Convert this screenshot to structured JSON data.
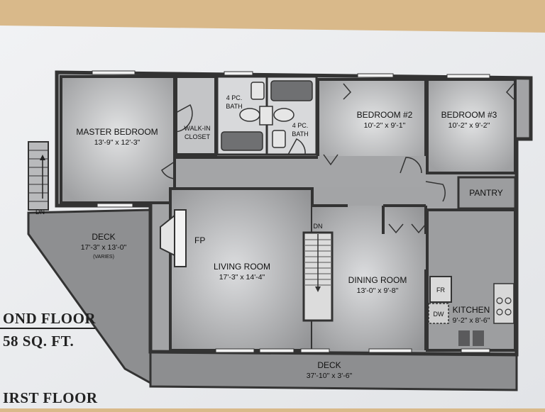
{
  "plan": {
    "rooms": {
      "master_bedroom": {
        "name": "MASTER BEDROOM",
        "dims": "13'-9\" x 12'-3\""
      },
      "walk_in_closet": {
        "line1": "WALK-IN",
        "line2": "CLOSET"
      },
      "bath_1": {
        "line1": "4 PC.",
        "line2": "BATH"
      },
      "bath_2": {
        "line1": "4 PC.",
        "line2": "BATH"
      },
      "bedroom_2": {
        "name": "BEDROOM #2",
        "dims": "10'-2\" x 9'-1\""
      },
      "bedroom_3": {
        "name": "BEDROOM #3",
        "dims": "10'-2\" x 9'-2\""
      },
      "pantry": {
        "name": "PANTRY"
      },
      "deck_side": {
        "name": "DECK",
        "dims": "17'-3\" x 13'-0\"",
        "note": "(VARIES)"
      },
      "living_room": {
        "name": "LIVING ROOM",
        "dims": "17'-3\" x 14'-4\""
      },
      "dining_room": {
        "name": "DINING ROOM",
        "dims": "13'-0\" x 9'-8\""
      },
      "kitchen": {
        "name": "KITCHEN",
        "dims": "9'-2\" x 8'-6\""
      },
      "deck_front": {
        "name": "DECK",
        "dims": "37'-10\" x 3'-6\""
      }
    },
    "fixtures": {
      "fireplace": "FP",
      "fridge": "FR",
      "dishwasher": "DW",
      "stair_dn_main": "DN",
      "stair_dn_exterior": "DN"
    },
    "captions": {
      "floor_title": "OND FLOOR",
      "square_feet": "58 SQ. FT.",
      "next_floor": "IRST FLOOR"
    }
  },
  "colors": {
    "desk": "#d9b98a",
    "paper": "#eef0f2",
    "wall": "#3a3a3a",
    "floor": "#a9aaac",
    "deck": "#8f9092"
  }
}
